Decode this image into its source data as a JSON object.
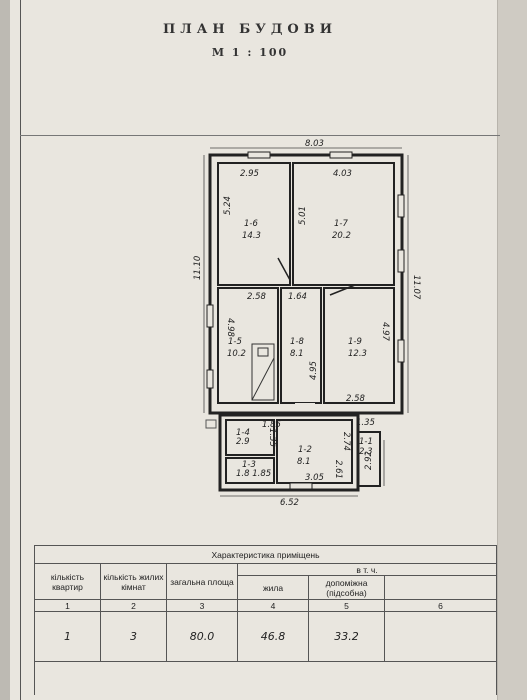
{
  "title": "ПЛАН БУДОВИ",
  "scale": "М 1 : 100",
  "dimensions": {
    "top_total": "8.03",
    "bottom_total": "6.52",
    "left_total": "11.10",
    "right_total": "11.07",
    "r16_width": "2.95",
    "r16_height": "5.24",
    "r17_width": "4.03",
    "r17_height": "5.01",
    "r15_width": "2.58",
    "r15_height": "4.98",
    "r18_width": "1.64",
    "r18_height": "4.95",
    "r19_height": "4.97",
    "r19_width": "2.58",
    "r14_dim": "1.85",
    "r14_dim2": "1.35",
    "r12_dim": "2.74",
    "r12_dim2": "2.61",
    "r12_width": "3.05",
    "r11_dim": "1.35",
    "porch_dim": "2.92",
    "r13_dims": "1.8 1.85"
  },
  "rooms": [
    {
      "id": "1-6",
      "area": "14.3"
    },
    {
      "id": "1-7",
      "area": "20.2"
    },
    {
      "id": "1-5",
      "area": "10.2"
    },
    {
      "id": "1-8",
      "area": "8.1"
    },
    {
      "id": "1-9",
      "area": "12.3"
    },
    {
      "id": "1-4",
      "area": "2.9"
    },
    {
      "id": "1-3",
      "area": ""
    },
    {
      "id": "1-2",
      "area": "8.1"
    },
    {
      "id": "1-1",
      "area": "2.3"
    }
  ],
  "table": {
    "caption": "Характеристика приміщень",
    "col_apartments": "кількість квартир",
    "col_rooms": "кількість жилих кімнат",
    "col_total_area": "загальна площа",
    "col_incl": "в т. ч.",
    "col_living": "жила",
    "col_aux": "допоміжна (підсобна)",
    "numbers": [
      "1",
      "2",
      "3",
      "4",
      "5",
      "6"
    ],
    "row": {
      "apartments": "1",
      "living_rooms": "3",
      "total_area": "80.0",
      "living_area": "46.8",
      "aux_area": "33.2",
      "extra": ""
    }
  }
}
